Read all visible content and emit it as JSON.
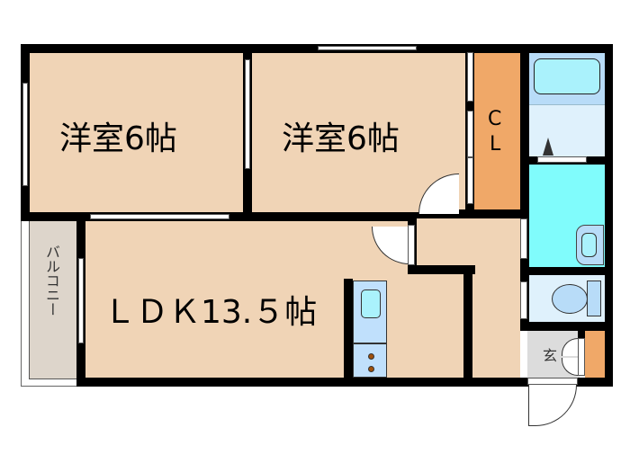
{
  "floorplan": {
    "rooms": [
      {
        "id": "western-room-1",
        "label": "洋室6帖"
      },
      {
        "id": "western-room-2",
        "label": "洋室6帖"
      },
      {
        "id": "ldk",
        "label": "ＬＤＫ13.５帖"
      },
      {
        "id": "closet",
        "label_line1": "C",
        "label_line2": "L"
      },
      {
        "id": "balcony",
        "label": "バルコニー"
      },
      {
        "id": "entrance",
        "label": "玄"
      }
    ],
    "colors": {
      "wall": "#000000",
      "floor": "#f0d4b6",
      "closet": "#f0a868",
      "bath_tub_area": "#b8dcf8",
      "tub": "#aaf2fc",
      "washroom": "#dff1fc",
      "toilet_room_cyan": "#80fcfc",
      "wc_room": "#dff1fc",
      "entrance": "#dcdcdc",
      "balcony": "#ddd5cb",
      "kitchen": "#c0e0fc"
    }
  }
}
